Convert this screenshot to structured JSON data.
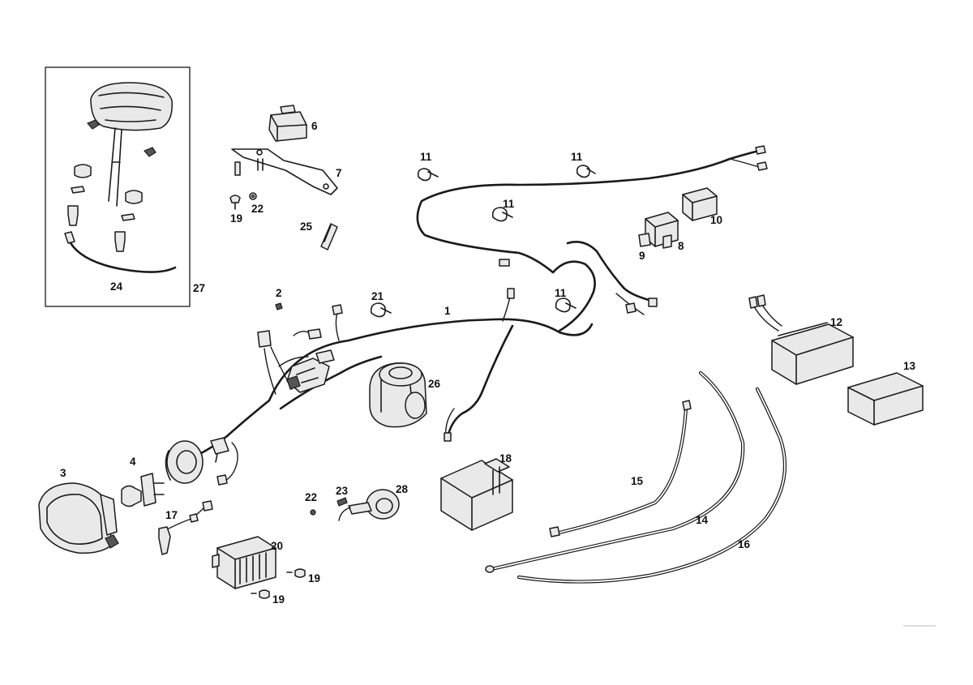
{
  "callouts": {
    "c1": "1",
    "c2": "2",
    "c3": "3",
    "c4": "4",
    "c6": "6",
    "c7": "7",
    "c8": "8",
    "c9": "9",
    "c10": "10",
    "c11a": "11",
    "c11b": "11",
    "c11c": "11",
    "c11d": "11",
    "c12": "12",
    "c13": "13",
    "c14": "14",
    "c15": "15",
    "c16": "16",
    "c17": "17",
    "c18": "18",
    "c19a": "19",
    "c19b": "19",
    "c19c": "19",
    "c20": "20",
    "c21": "21",
    "c22a": "22",
    "c22b": "22",
    "c23": "23",
    "c24": "24",
    "c25": "25",
    "c26": "26",
    "c27": "27",
    "c28": "28"
  }
}
